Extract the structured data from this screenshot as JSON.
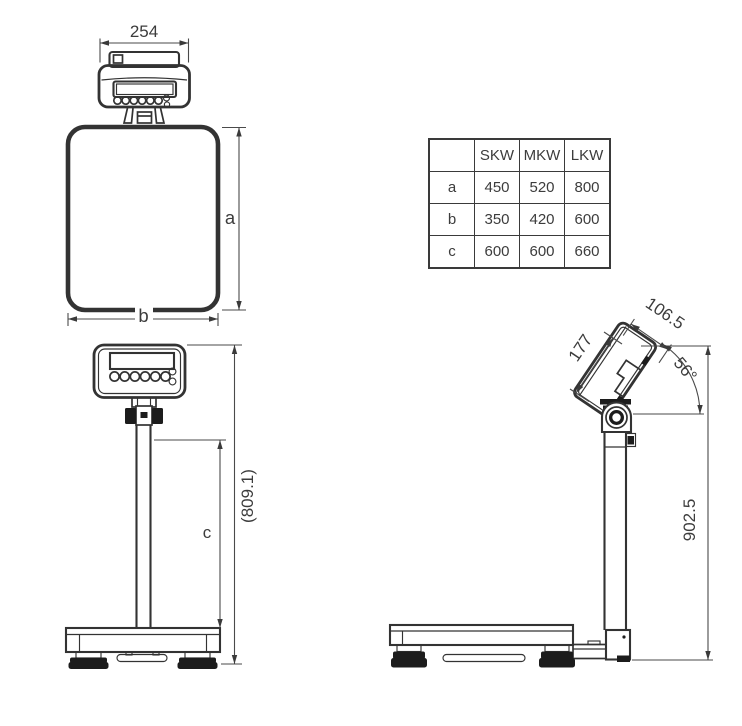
{
  "title": "platform-scale-dimension-drawing",
  "dims": {
    "head_width": "254",
    "platform_a": "a",
    "platform_b": "b",
    "column_c": "c",
    "front_total": "(809.1)",
    "head_depth": "177",
    "head_thickness": "106.5",
    "tilt_angle": "56°",
    "side_total": "902.5"
  },
  "table": {
    "columns": [
      "",
      "SKW",
      "MKW",
      "LKW"
    ],
    "rows": [
      {
        "label": "a",
        "values": [
          "450",
          "520",
          "800"
        ]
      },
      {
        "label": "b",
        "values": [
          "350",
          "420",
          "600"
        ]
      },
      {
        "label": "c",
        "values": [
          "600",
          "600",
          "660"
        ]
      }
    ]
  },
  "colors": {
    "line": "#333333",
    "dark_fill": "#1c1c1c",
    "text": "#3c3c3c",
    "background": "#ffffff"
  }
}
